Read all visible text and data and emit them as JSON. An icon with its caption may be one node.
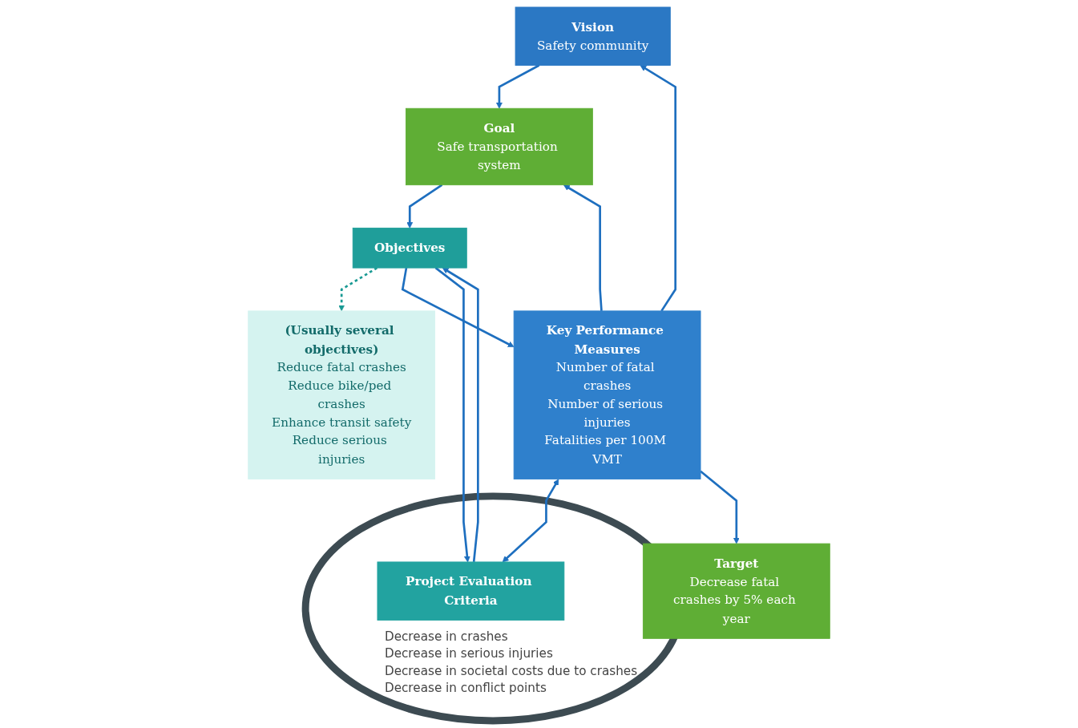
{
  "diagram": {
    "nodes": [
      {
        "text": [
          "Vision",
          "Safety community"
        ]
      },
      {
        "text": [
          "Goal",
          "Safe transportation system"
        ]
      },
      {
        "text": [
          "(Usually several objectives)",
          "Reduce fatal crashes",
          "Reduce bike/ped crashes",
          "Enhance transit safety",
          "Reduce serious injuries"
        ]
      },
      {
        "text": [
          "Objectives"
        ]
      },
      {
        "text": [
          "Key Performance Measures",
          "Number of fatal crashes",
          "Number of serious injuries",
          "Fatalities per 100M VMT"
        ]
      },
      {
        "text": [],
        "shape": "circle"
      },
      {
        "text": [
          "Project Evaluation Criteria"
        ],
        "in": 5,
        "beside": [
          "Decrease in crashes",
          "Decrease in serious injuries",
          "Decrease in societal costs due to crashes",
          "Decrease in conflict points"
        ]
      },
      {
        "text": [
          "Target",
          "Decrease fatal crashes by 5% each year"
        ]
      }
    ],
    "edges": [
      {
        "from": 0,
        "to": 1,
        "arrow": "to"
      },
      {
        "from": 1,
        "to": 3,
        "arrow": "to"
      },
      {
        "from": 3,
        "to": 2,
        "arrow": "to",
        "style": "dashed",
        "color": "#1a9a94"
      },
      {
        "from": 3,
        "to": 4,
        "arrow": "to"
      },
      {
        "from": 3,
        "to": 6,
        "arrow": "to"
      },
      {
        "from": 4,
        "to": 6,
        "arrow": "both"
      },
      {
        "from": 6,
        "to": 3,
        "arrow": "to"
      },
      {
        "from": 4,
        "to": 0,
        "arrow": "to"
      },
      {
        "from": 4,
        "to": 1,
        "arrow": "to"
      },
      {
        "from": 4,
        "to": 7,
        "arrow": "to"
      }
    ]
  }
}
